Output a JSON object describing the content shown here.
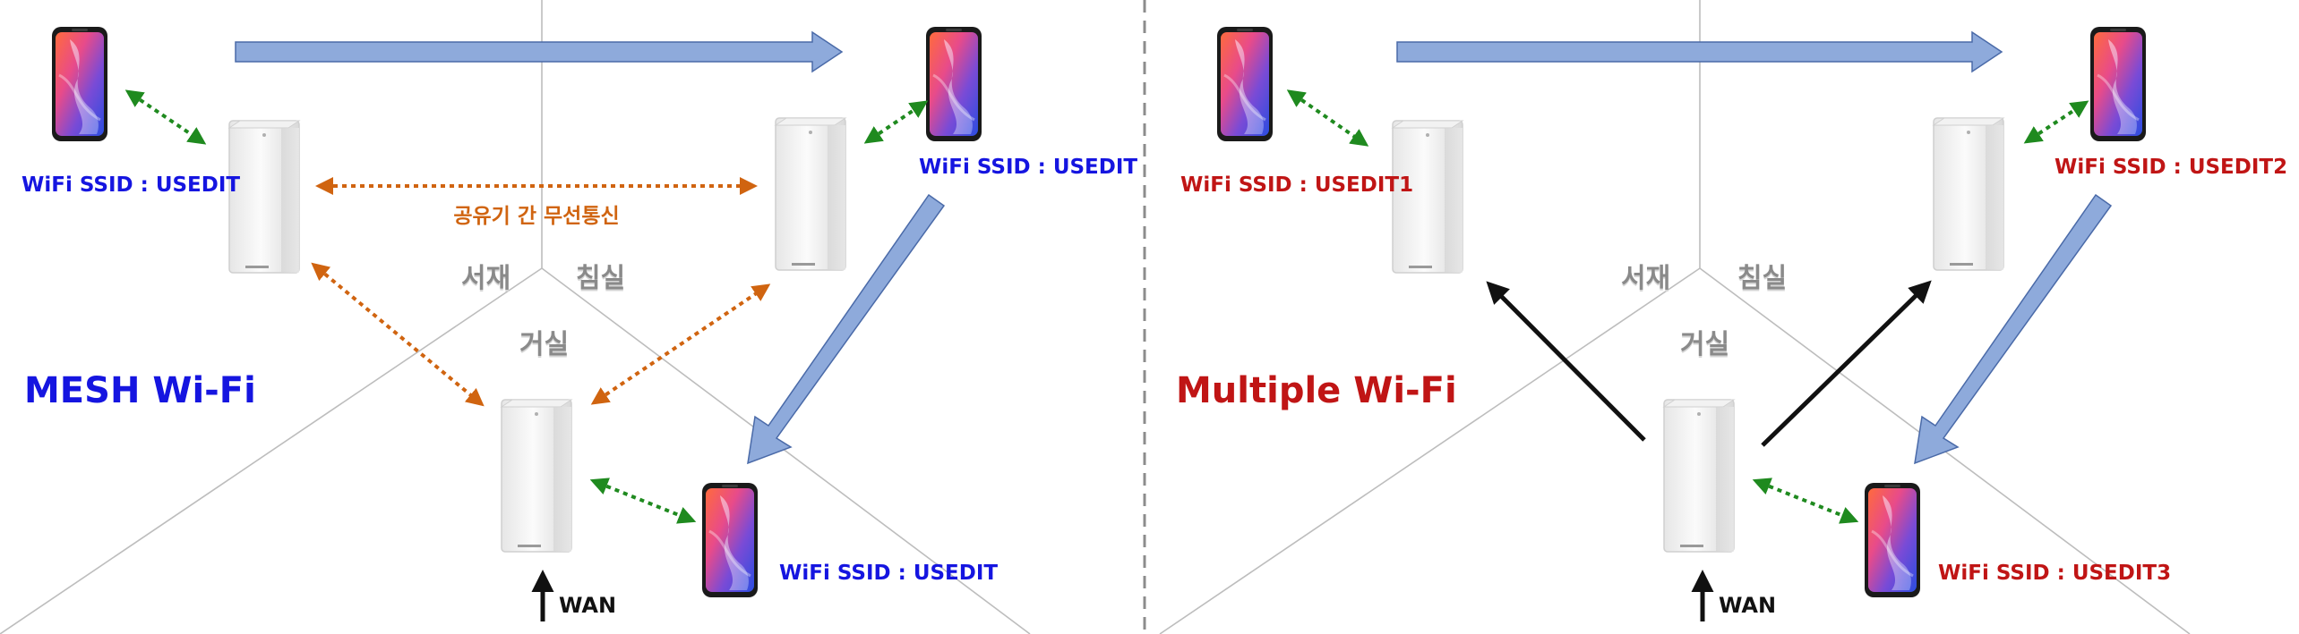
{
  "colors": {
    "mesh": "#1515e0",
    "multiple": "#c01515",
    "wireless": "#d06410",
    "device_link": "#1f8a1f",
    "flow": "#8eaadb",
    "flow_border": "#4a6aa8",
    "wan_arrow": "#111111",
    "divider": "#8c8c8c",
    "room_lines": "#bdbdbd"
  },
  "left_panel": {
    "title": "MESH Wi-Fi",
    "ssid_top_left": "WiFi SSID : USEDIT",
    "ssid_top_right": "WiFi SSID : USEDIT",
    "ssid_bottom": "WiFi SSID : USEDIT",
    "wireless_note": "공유기 간 무선통신",
    "room_study": "서재",
    "room_bedroom": "침실",
    "room_living": "거실",
    "wan_label": "WAN"
  },
  "right_panel": {
    "title": "Multiple Wi-Fi",
    "ssid_top_left": "WiFi SSID : USEDIT1",
    "ssid_top_right": "WiFi SSID : USEDIT2",
    "ssid_bottom": "WiFi SSID : USEDIT3",
    "room_study": "서재",
    "room_bedroom": "침실",
    "room_living": "거실",
    "wan_label": "WAN"
  },
  "icons": {
    "phone": "smartphone-icon",
    "router": "mesh-router-icon",
    "wan": "up-arrow-icon"
  }
}
